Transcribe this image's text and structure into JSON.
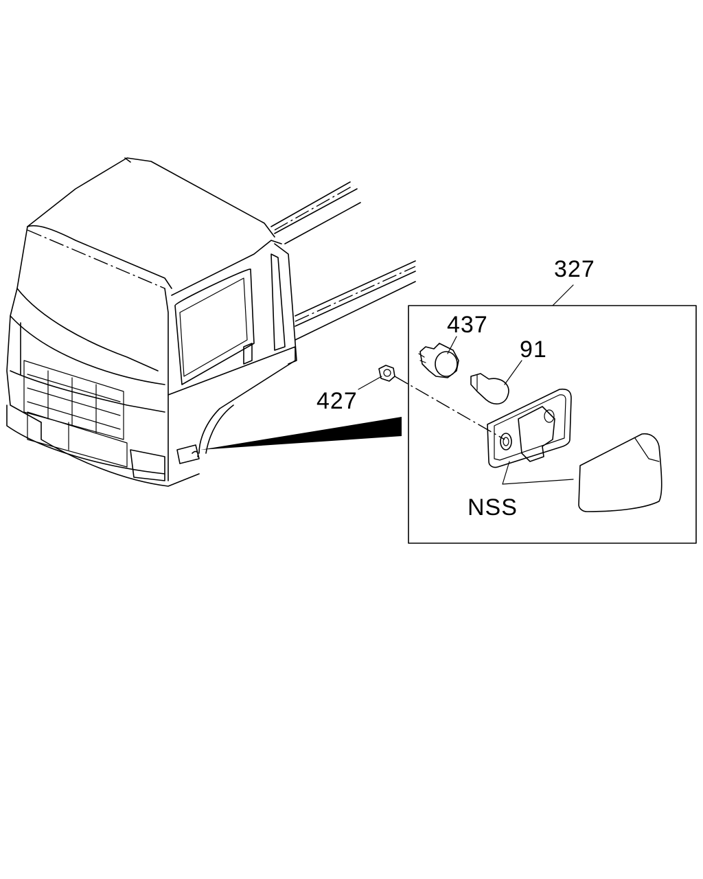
{
  "labels": {
    "assembly": "327",
    "socket": "437",
    "bulb": "91",
    "nut": "427",
    "nss": "NSS"
  }
}
